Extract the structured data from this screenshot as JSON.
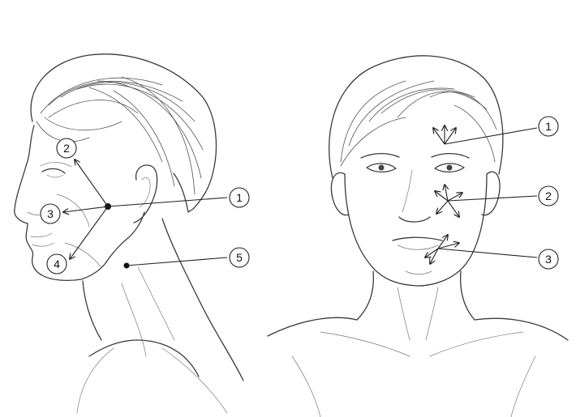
{
  "side_view": {
    "markers": [
      {
        "id": "1",
        "label": "1"
      },
      {
        "id": "2",
        "label": "2"
      },
      {
        "id": "3",
        "label": "3"
      },
      {
        "id": "4",
        "label": "4"
      },
      {
        "id": "5",
        "label": "5"
      }
    ]
  },
  "front_view": {
    "markers": [
      {
        "id": "1",
        "label": "1"
      },
      {
        "id": "2",
        "label": "2"
      },
      {
        "id": "3",
        "label": "3"
      }
    ]
  },
  "colors": {
    "line": "#3a3a3a",
    "background": "#ffffff"
  }
}
